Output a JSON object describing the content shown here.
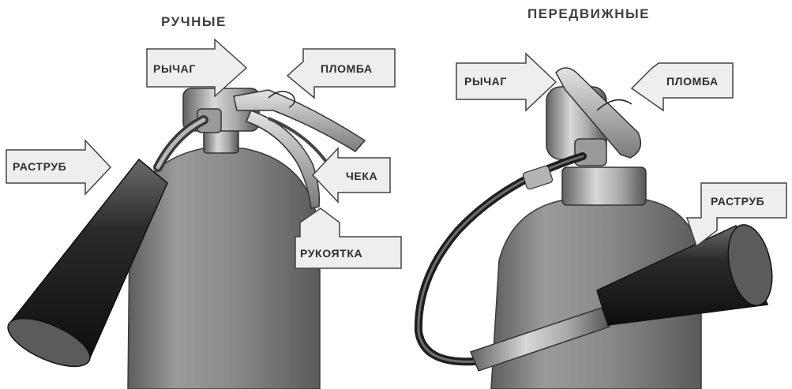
{
  "sections": {
    "manual": {
      "title": "РУЧНЫЕ"
    },
    "mobile": {
      "title": "ПЕРЕДВИЖНЫЕ"
    }
  },
  "labels": {
    "manual": {
      "lever": "РЫЧАГ",
      "seal": "ПЛОМБА",
      "horn": "РАСТРУБ",
      "pin": "ЧЕКА",
      "handle": "РУКОЯТКА"
    },
    "mobile": {
      "lever": "РЫЧАГ",
      "seal": "ПЛОМБА",
      "horn": "РАСТРУБ"
    }
  },
  "colors": {
    "cylinder": "#8c8c8c",
    "metal_dark": "#2a2a2a",
    "callout_fill": "#eeeeee",
    "text": "#2e2e2e"
  }
}
